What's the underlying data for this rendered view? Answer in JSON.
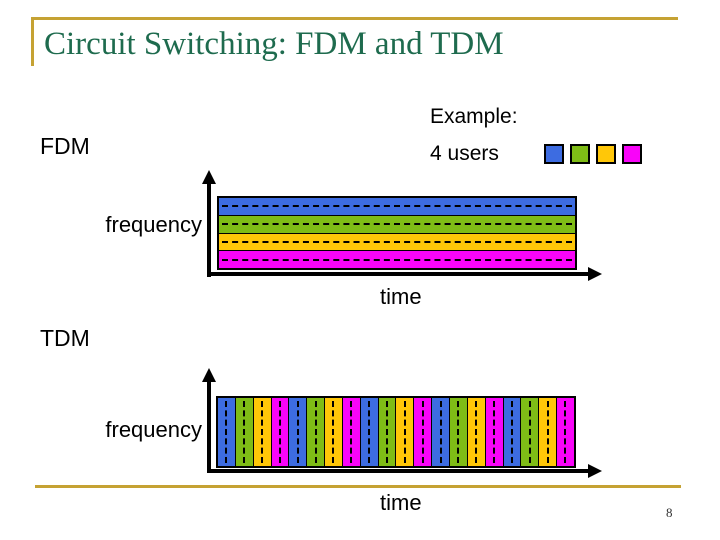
{
  "slide": {
    "title": "Circuit Switching: FDM and TDM",
    "title_color": "#1E6B4E",
    "accent_color": "#C5A233",
    "page_number": "8"
  },
  "example": {
    "heading": "Example:",
    "subheading": "4 users",
    "user_colors": [
      "#3D6CE1",
      "#7FBC16",
      "#FFC708",
      "#F904F9"
    ]
  },
  "fdm": {
    "label": "FDM",
    "y_axis_label": "frequency",
    "x_axis_label": "time",
    "bands": [
      "#3D6CE1",
      "#7FBC16",
      "#FFC708",
      "#F904F9"
    ]
  },
  "tdm": {
    "label": "TDM",
    "y_axis_label": "frequency",
    "x_axis_label": "time",
    "pattern": [
      "#3D6CE1",
      "#7FBC16",
      "#FFC708",
      "#F904F9"
    ],
    "cycles": 5
  }
}
